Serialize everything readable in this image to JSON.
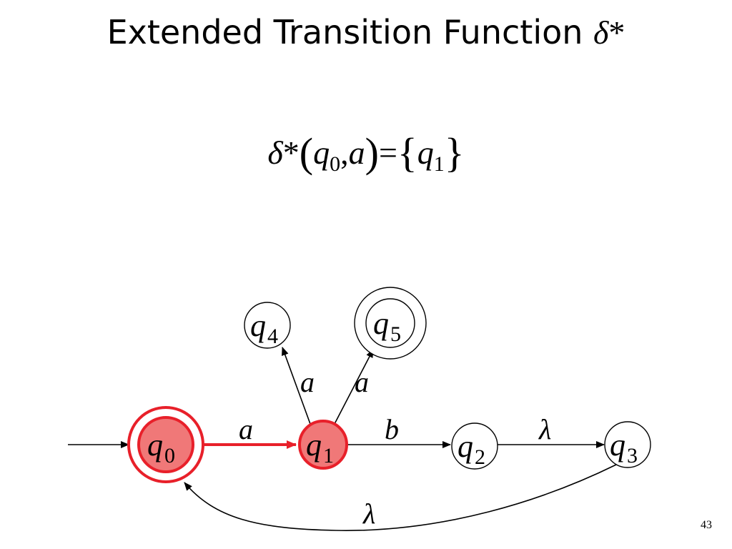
{
  "title": {
    "text": "Extended Transition Function",
    "symbol": "δ",
    "star": "*"
  },
  "formula": {
    "delta": "δ",
    "star": "*",
    "open_paren": "(",
    "q": "q",
    "q_sub": "0",
    "comma": ",",
    "arg": "a",
    "close_paren": ")",
    "equals": "=",
    "open_brace": "{",
    "result_q": "q",
    "result_sub": "1",
    "close_brace": "}"
  },
  "diagram": {
    "states": [
      {
        "id": "q0",
        "label": "q",
        "sub": "0",
        "accepting": true,
        "highlighted": true,
        "initial": true
      },
      {
        "id": "q1",
        "label": "q",
        "sub": "1",
        "accepting": false,
        "highlighted": true
      },
      {
        "id": "q2",
        "label": "q",
        "sub": "2",
        "accepting": false,
        "highlighted": false
      },
      {
        "id": "q3",
        "label": "q",
        "sub": "3",
        "accepting": false,
        "highlighted": false
      },
      {
        "id": "q4",
        "label": "q",
        "sub": "4",
        "accepting": false,
        "highlighted": false
      },
      {
        "id": "q5",
        "label": "q",
        "sub": "5",
        "accepting": true,
        "highlighted": false
      }
    ],
    "transitions": [
      {
        "from": "q0",
        "to": "q1",
        "label": "a",
        "highlighted": true
      },
      {
        "from": "q1",
        "to": "q2",
        "label": "b",
        "highlighted": false
      },
      {
        "from": "q2",
        "to": "q3",
        "label": "λ",
        "highlighted": false
      },
      {
        "from": "q1",
        "to": "q4",
        "label": "a",
        "highlighted": false
      },
      {
        "from": "q1",
        "to": "q5",
        "label": "a",
        "highlighted": false
      },
      {
        "from": "q3",
        "to": "q0",
        "label": "λ",
        "highlighted": false
      }
    ],
    "colors": {
      "highlight_stroke": "#e8202a",
      "highlight_fill": "#f07878",
      "normal_stroke": "#000000",
      "normal_fill": "#ffffff"
    }
  },
  "page_number": "43"
}
